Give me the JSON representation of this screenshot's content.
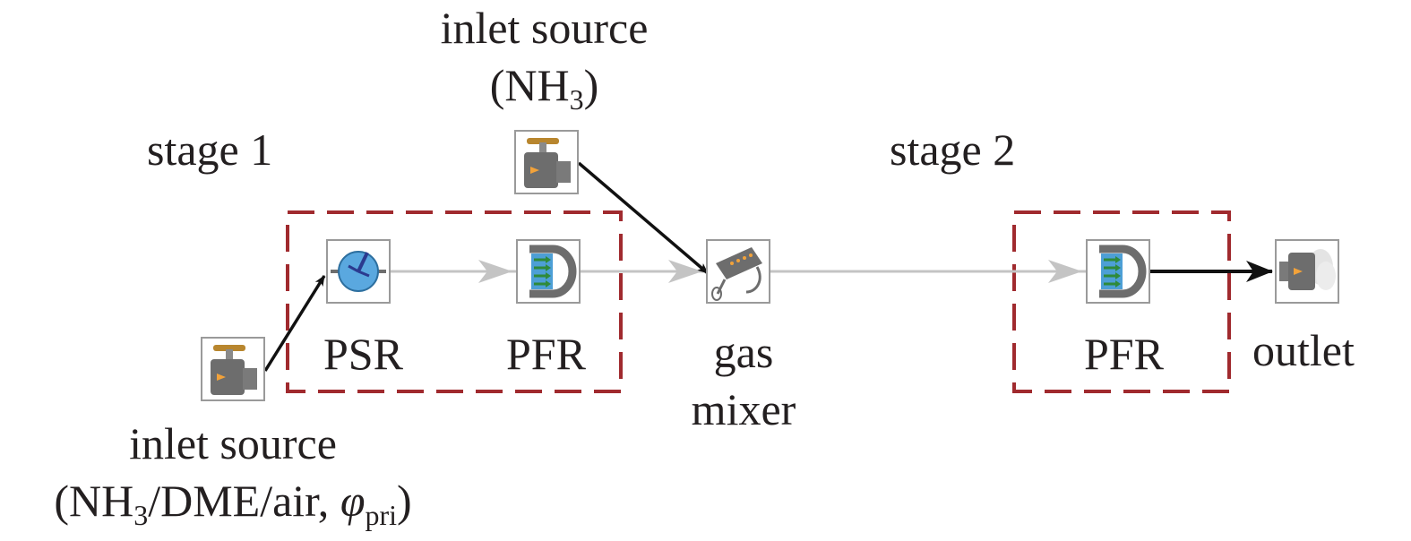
{
  "labels": {
    "stage1": "stage 1",
    "stage2": "stage 2",
    "inlet_top_line1": "inlet source",
    "inlet_top_open": "(NH",
    "inlet_top_sub": "3",
    "inlet_top_close": ")",
    "inlet_bottom_line1": "inlet source",
    "inlet_bottom_open": "(NH",
    "inlet_bottom_sub": "3",
    "inlet_bottom_mid": "/DME/air, ",
    "inlet_bottom_phi": "φ",
    "inlet_bottom_phi_sub": "pri",
    "inlet_bottom_close": ")",
    "psr": "PSR",
    "pfr1": "PFR",
    "gas_mixer_line1": "gas",
    "gas_mixer_line2": "mixer",
    "pfr2": "PFR",
    "outlet": "outlet"
  },
  "colors": {
    "stage_box": "#a02a2e",
    "flow_line": "#bfbfbf",
    "feed_arrow": "#111111",
    "icon_frame": "#9a9a9a",
    "valve_body": "#6d6d6d",
    "valve_handle": "#b8862e",
    "psr_fill": "#5aa8df",
    "pfr_fill": "#4d9fd6",
    "pfr_arrows": "#2f8a3a",
    "accent_arrow": "#f2a23a"
  },
  "icons": [
    "inlet-valve-icon",
    "psr-reactor-icon",
    "pfr-reactor-icon",
    "gas-mixer-icon",
    "outlet-exhaust-icon"
  ]
}
